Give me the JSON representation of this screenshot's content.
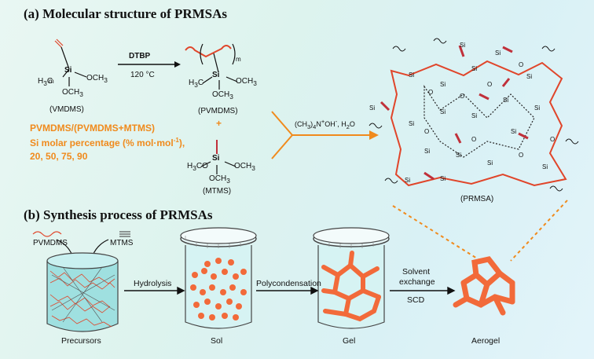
{
  "section_a": {
    "title": "(a) Molecular structure of PRMSAs",
    "vmdms_name": "(VMDMS)",
    "pvmdms_name": "(PVMDMS)",
    "mtms_name": "(MTMS)",
    "prmsa_name": "(PRMSA)",
    "reaction_reagent": "DTBP",
    "reaction_temp": "120 °C",
    "catalyst": "(CH3)4N+OH-, H2O",
    "plus": "+",
    "note_line1": "PVMDMS/(PVMDMS+MTMS)",
    "note_line2": "Si molar percentage (% mol·mol-1),",
    "note_line3": "20, 50, 75, 90"
  },
  "section_b": {
    "title": "(b) Synthesis process of PRMSAs",
    "input_left": "PVMDMS",
    "input_right": "MTMS",
    "steps": [
      "Hydrolysis",
      "Polycondensation",
      "Solvent",
      "exchange",
      "SCD"
    ],
    "stages": [
      "Precursors",
      "Sol",
      "Gel",
      "Aerogel"
    ]
  },
  "colors": {
    "orange": "#f08a1c",
    "polymer_red": "#e0452a",
    "bead": "#f26a3a",
    "dark": "#222222"
  }
}
